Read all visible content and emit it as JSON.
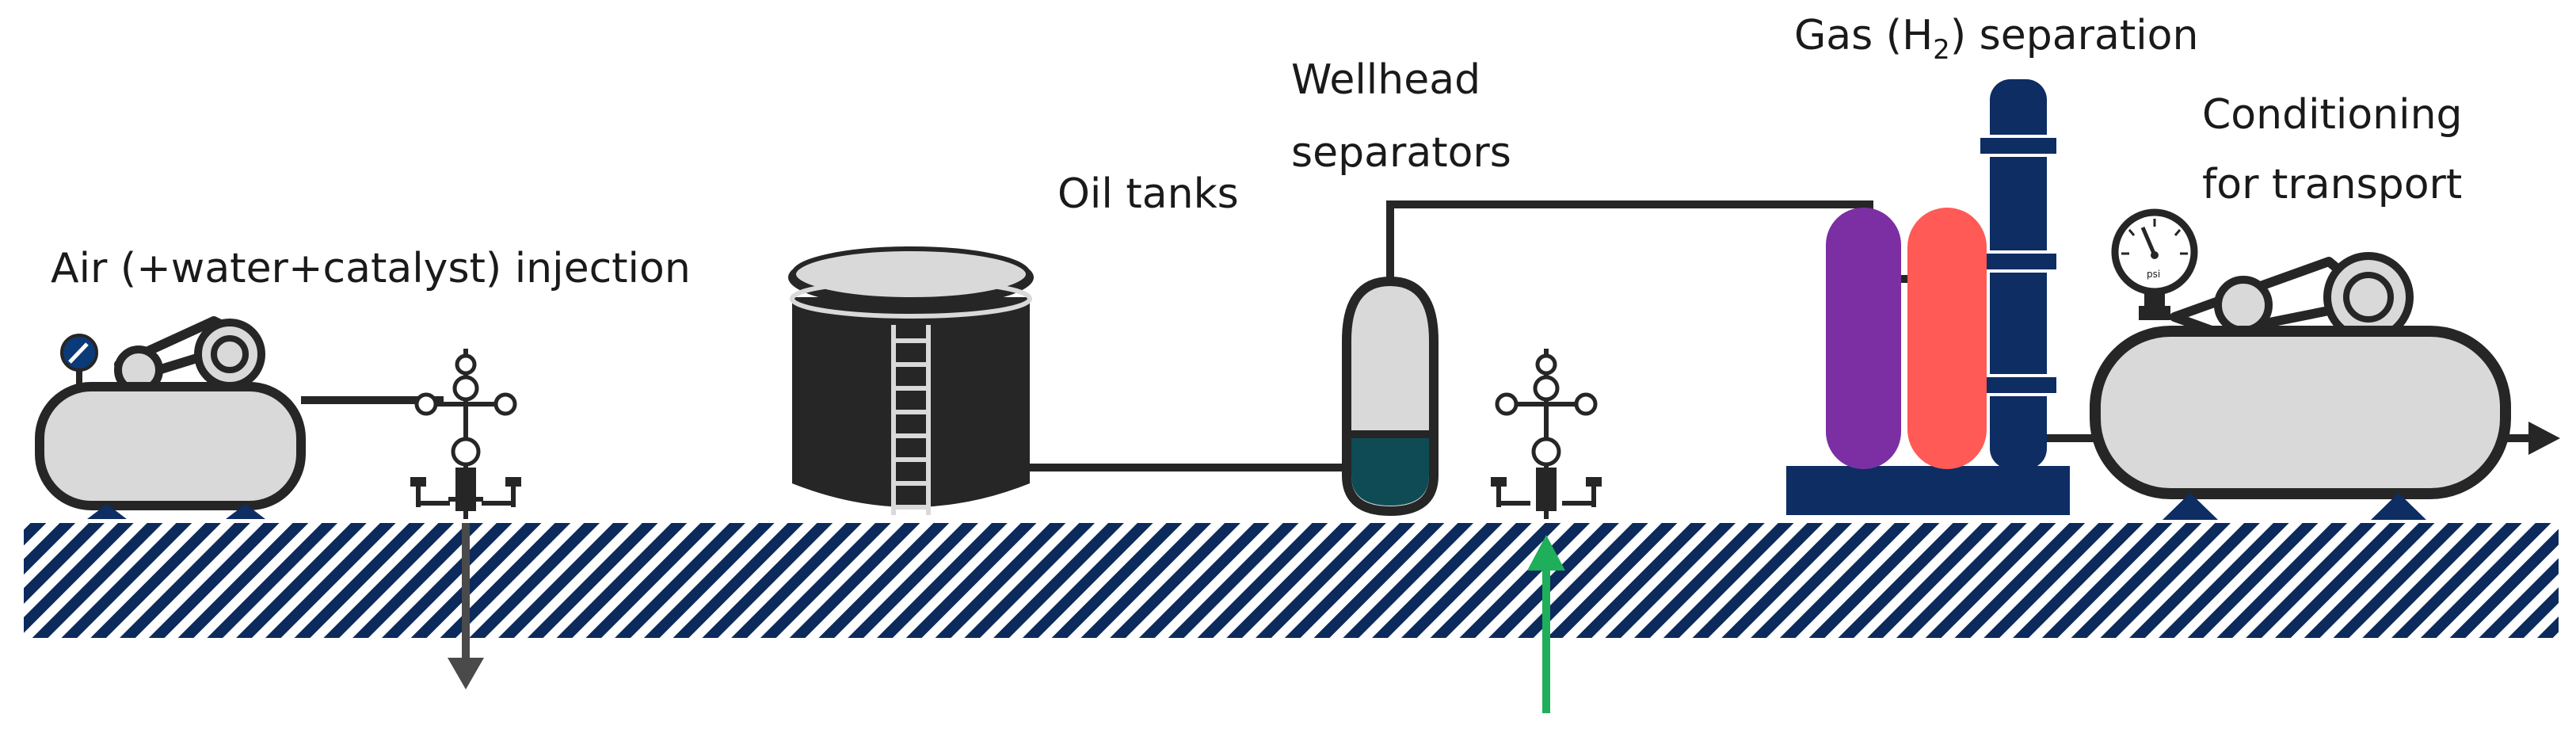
{
  "labels": {
    "injection": "Air (+water+catalyst) injection",
    "oil_tanks": "Oil tanks",
    "wellhead_line1": "Wellhead",
    "wellhead_line2": "separators",
    "gas_sep_prefix": "Gas (H",
    "gas_sep_sub": "2",
    "gas_sep_suffix": ") separation",
    "cond_line1": "Conditioning",
    "cond_line2": "for transport",
    "gauge_unit": "psi"
  },
  "colors": {
    "ground_hatch": "#0c2a5c",
    "dark_body": "#262626",
    "tank_fill": "#d9d9d9",
    "separator_liquid": "#0f4b55",
    "column_blue": "#0d2d63",
    "vessel_purple": "#7b2fa3",
    "vessel_red": "#ff5a55",
    "production_arrow": "#1fae5a",
    "gauge_blue": "#0b3a78",
    "base_blue": "#0d2d63"
  },
  "icons": {
    "compressor_left": "air-compressor-icon",
    "wellhead_left": "christmas-tree-wellhead-icon",
    "oil_tank": "oil-storage-tank-icon",
    "separator": "wellhead-separator-vessel-icon",
    "wellhead_right": "christmas-tree-wellhead-icon",
    "gas_separation": "gas-separation-column-icon",
    "compressor_right": "transport-compressor-icon",
    "injection_arrow": "arrow-down-icon",
    "production_arrow": "arrow-up-icon",
    "export_arrow": "arrow-right-icon",
    "ground": "ground-hatch-pattern"
  }
}
